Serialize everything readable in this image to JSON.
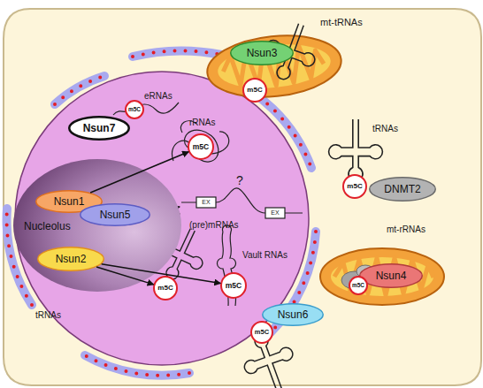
{
  "diagram": {
    "nodes": [
      {
        "text": [
          "Nsun3"
        ]
      },
      {
        "text": [
          "m5C"
        ]
      },
      {
        "text": [
          "m5C"
        ]
      },
      {
        "text": [
          "Nsun7"
        ]
      },
      {
        "text": [
          "m5C"
        ]
      },
      {
        "text": [
          "Nucleolus"
        ]
      },
      {
        "text": [
          "Nsun1"
        ],
        "in": 5
      },
      {
        "text": [
          "Nsun5"
        ],
        "in": 5
      },
      {
        "text": [
          "Nsun2"
        ],
        "in": 5
      },
      {
        "text": [
          "m5C"
        ]
      },
      {
        "text": [
          "DNMT2"
        ]
      },
      {
        "text": [
          "m5C"
        ]
      },
      {
        "text": [
          "m5C"
        ]
      },
      {
        "text": [
          "Nsun4"
        ]
      },
      {
        "text": [
          "m5C"
        ]
      },
      {
        "text": [
          "Nsun6"
        ]
      },
      {
        "text": [
          "m5C"
        ]
      }
    ],
    "edges": [
      {
        "from": 6,
        "to": 4,
        "arrow": "to"
      },
      {
        "from": 8,
        "to": 11,
        "arrow": "to"
      },
      {
        "from": 8,
        "to": 12,
        "arrow": "to"
      }
    ],
    "labels": [
      "mt-tRNAs",
      "eRNAs",
      "rRNAs",
      "tRNAs",
      "?",
      "EX",
      "EX",
      "(pre)mRNAs",
      "mt-rRNAs",
      "Vault RNAs",
      "tRNAs"
    ]
  }
}
